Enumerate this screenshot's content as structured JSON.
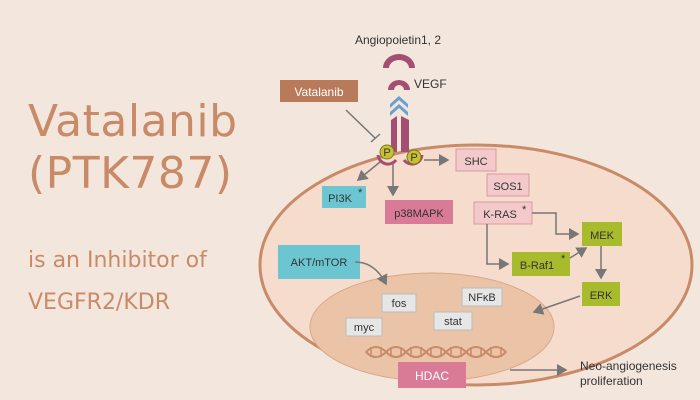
{
  "title": {
    "line1": "Vatalanib",
    "line2": "(PTK787)",
    "sub1": "is an Inhibitor of",
    "sub2": "VEGFR2/KDR"
  },
  "diagram": {
    "ligand_top": "Angiopoietin1, 2",
    "ligand_vegf": "VEGF",
    "drug": "Vatalanib",
    "phospho": "P",
    "pi3k": "PI3K",
    "p38": "p38MAPK",
    "shc": "SHC",
    "sos1": "SOS1",
    "kras": "K-RAS",
    "mek": "MEK",
    "braf": "B-Raf1",
    "erk": "ERK",
    "akt": "AKT/mTOR",
    "fos": "fos",
    "nfkb": "NFκB",
    "myc": "myc",
    "stat": "stat",
    "hdac": "HDAC",
    "outcome1": "Neo-angiogenesis",
    "outcome2": "proliferation"
  },
  "colors": {
    "background": "#f3e6dc",
    "title": "#c98a68",
    "cell_fill": "#f6dccc",
    "cell_border": "#c98a68",
    "drug_box": "#b87a58",
    "teal": "#6cc6d1",
    "pink_box": "#d97a96",
    "green": "#a8bb2c",
    "light_pink": "#f3c9cc",
    "gray_box": "#e6e6e6",
    "receptor": "#a44f72"
  }
}
